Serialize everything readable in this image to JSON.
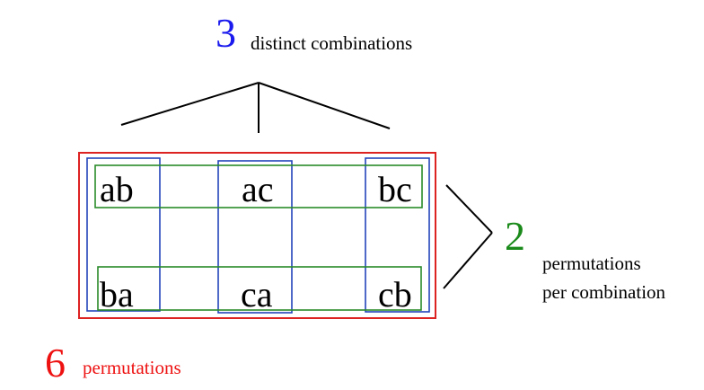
{
  "top": {
    "number": "3",
    "label": "distinct  combinations",
    "number_color": "#1a1aee"
  },
  "right": {
    "number": "2",
    "label_line1": "permutations",
    "label_line2": "per  combination",
    "number_color": "#1a8a1a"
  },
  "bottom": {
    "number": "6",
    "label": "permutations",
    "color": "#ee1111"
  },
  "pairs": {
    "row1": [
      "ab",
      "ac",
      "bc"
    ],
    "row2": [
      "ba",
      "ca",
      "cb"
    ]
  },
  "colors": {
    "combination_box": "#2244bb",
    "permutation_row_box": "#2a8a2a",
    "all_box": "#dd2222",
    "lines": "#000000"
  }
}
